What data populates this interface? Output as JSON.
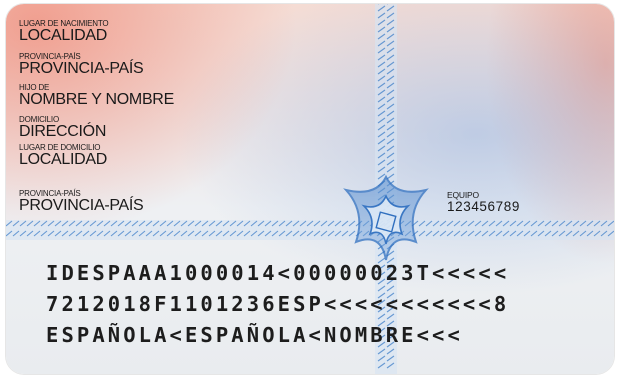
{
  "fields": [
    {
      "label": "LUGAR DE NACIMIENTO",
      "value": "LOCALIDAD"
    },
    {
      "label": "PROVINCIA-PAÍS",
      "value": "PROVINCIA-PAÍS"
    },
    {
      "label": "HIJO DE",
      "value": "NOMBRE Y NOMBRE"
    },
    {
      "label": "DOMICILIO",
      "value": "DIRECCIÓN"
    },
    {
      "label": "LUGAR DE DOMICILIO",
      "value": "LOCALIDAD"
    },
    {
      "label": "PROVINCIA-PAÍS",
      "value": "PROVINCIA-PAÍS"
    }
  ],
  "equipo": {
    "label": "EQUIPO",
    "value": "123456789"
  },
  "mrz": [
    "IDESPAAA1000014<00000023T<<<<<",
    "7212018F1101236ESP<<<<<<<<<<<8",
    "ESPAÑOLA<ESPAÑOLA<NOMBRE<<<"
  ],
  "colors": {
    "accent_blue": "#3f7fc8",
    "text": "#1a1a1a"
  },
  "icons": [
    "security-emblem-icon"
  ]
}
